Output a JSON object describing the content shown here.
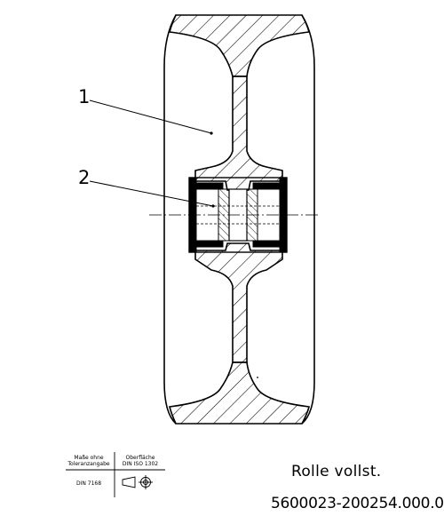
{
  "drawing": {
    "callouts": [
      "1",
      "2"
    ],
    "title_block": {
      "tolerance_note_line1": "Maße ohne",
      "tolerance_note_line2": "Toleranzangabe",
      "tolerance_standard": "DIN 7168",
      "surface_label_line1": "Oberfläche",
      "surface_label_line2": "DIN ISO 1302",
      "projection_symbol": "first-angle-projection-icon"
    },
    "title": "Rolle vollst.",
    "document_number": "5600023-200254.000.0"
  }
}
